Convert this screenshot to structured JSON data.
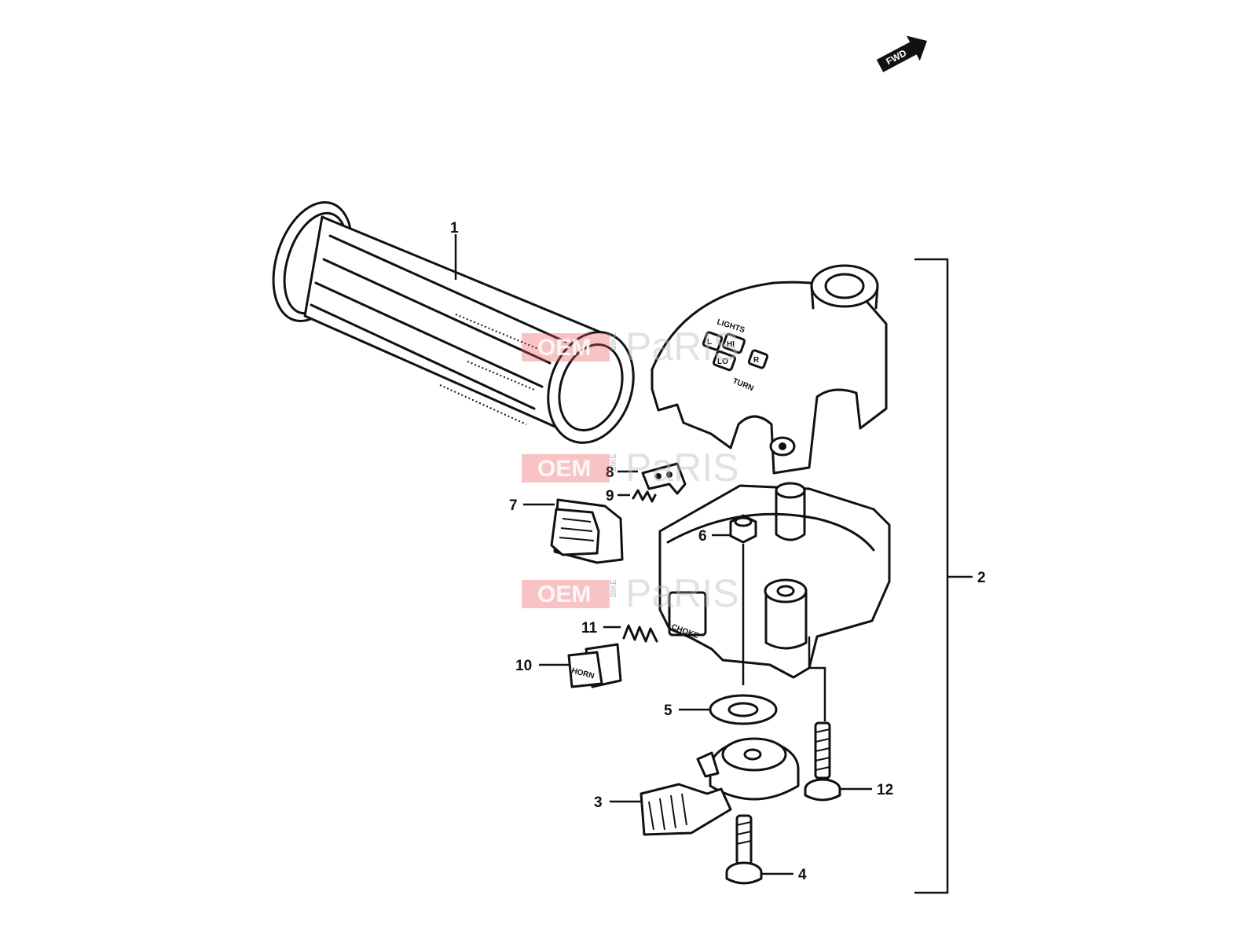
{
  "diagram": {
    "direction_badge": "FWD",
    "callouts": [
      "1",
      "2",
      "3",
      "4",
      "5",
      "6",
      "7",
      "8",
      "9",
      "10",
      "11",
      "12"
    ],
    "housing_labels": {
      "lights": "LIGHTS",
      "hi": "HI",
      "lo": "LO",
      "left": "L",
      "right": "R",
      "turn": "TURN",
      "choke": "CHOKE",
      "horn": "HORN"
    },
    "watermark": {
      "oem": "OEM",
      "bike": "BIKE",
      "parts": "PaRIS"
    }
  }
}
